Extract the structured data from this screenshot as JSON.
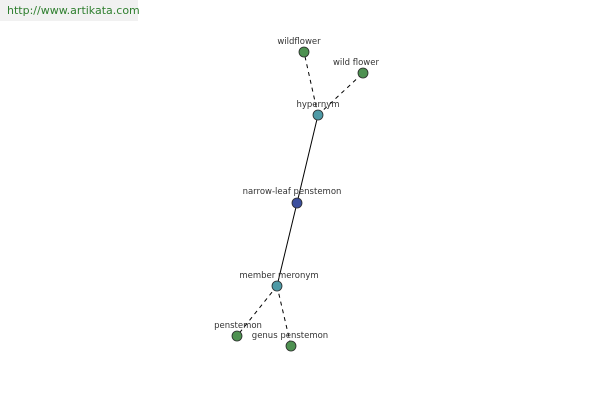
{
  "watermark": {
    "url": "http://www.artikata.com"
  },
  "colors": {
    "center_node": "#3c4f9e",
    "relation_node": "#4e9aa6",
    "leaf_node": "#4e9151",
    "node_stroke": "#2a2a2a",
    "edge": "#000000",
    "watermark_text": "#2f7f2f"
  },
  "graph": {
    "center": {
      "id": "narrow-leaf-penstemon",
      "label": "narrow-leaf penstemon",
      "kind": "center"
    },
    "relations": [
      {
        "id": "hypernym",
        "label": "hypernym",
        "kind": "relation",
        "terms": [
          {
            "id": "wildflower",
            "label": "wildflower"
          },
          {
            "id": "wild-flower",
            "label": "wild flower"
          }
        ]
      },
      {
        "id": "member-meronym",
        "label": "member meronym",
        "kind": "relation",
        "terms": [
          {
            "id": "penstemon",
            "label": "penstemon"
          },
          {
            "id": "genus-penstemon",
            "label": "genus penstemon"
          }
        ]
      }
    ]
  }
}
